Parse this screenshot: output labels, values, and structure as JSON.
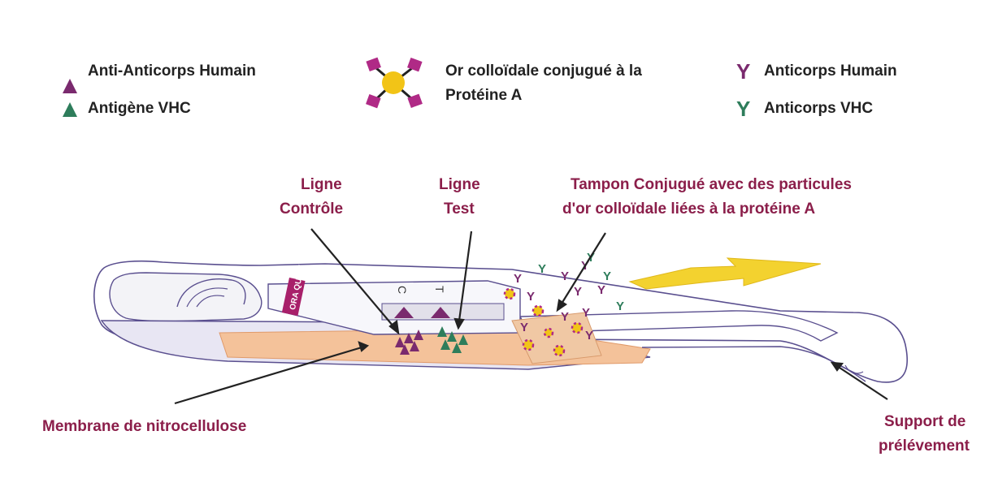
{
  "legend": {
    "anti_anticorps_humain": "Anti-Anticorps Humain",
    "antigene_vhc": "Antigène VHC",
    "or_colloidale_line1": "Or colloïdale conjugué à la",
    "or_colloidale_line2": "Protéine A",
    "anticorps_humain": "Anticorps Humain",
    "anticorps_vhc": "Anticorps VHC"
  },
  "labels": {
    "ligne_controle_line1": "Ligne",
    "ligne_controle_line2": "Contrôle",
    "ligne_test_line1": "Ligne",
    "ligne_test_line2": "Test",
    "tampon_line1": "Tampon Conjugué avec des particules",
    "tampon_line2": "d'or colloïdale liées à la protéine A",
    "membrane": "Membrane de nitrocellulose",
    "support_line1": "Support de",
    "support_line2": "prélévement"
  },
  "device": {
    "window_marks": [
      "C",
      "T"
    ],
    "brand": "ORA QUICK"
  },
  "colors": {
    "purple": "#7a2a6e",
    "green": "#2e7d5b",
    "maroon": "#8b1e4a",
    "magenta": "#b02a86",
    "gold": "#f2c417",
    "pad": "#f4c29a",
    "device_outline": "#5a4f8f",
    "arrow_yellow": "#f3d22f"
  }
}
